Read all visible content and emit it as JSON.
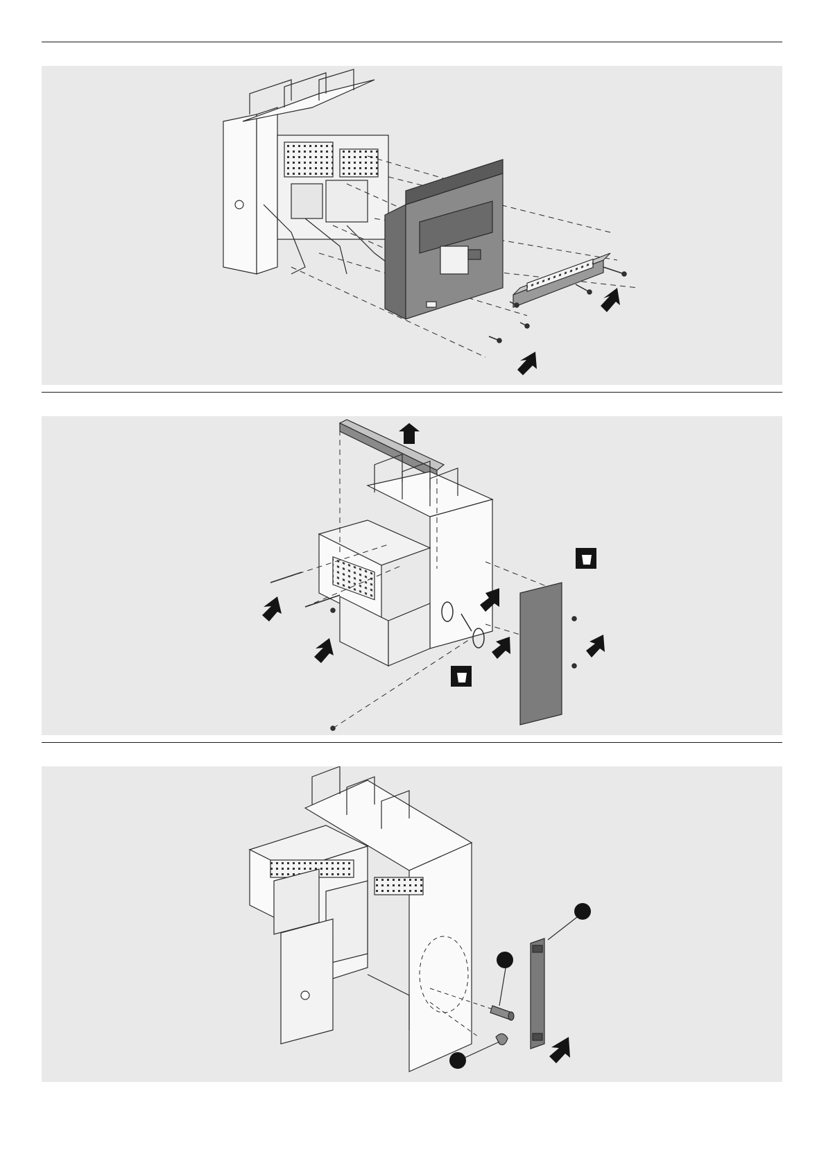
{
  "document": {
    "pages": 1,
    "steps": [
      {
        "id": "step-1",
        "content": "remove-front-cover-and-terminal-strip"
      },
      {
        "id": "step-2",
        "content": "remove-top-strip-side-plate-screws-and-pins"
      },
      {
        "id": "step-3",
        "content": "insert-pin-clip-and-side-plate"
      }
    ],
    "colors": {
      "panel_background": "#e9e9e9",
      "rule": "#1a1a1a",
      "line_art": "#2a2a2a",
      "part_fill": "#7c7c7c",
      "arrow_fill": "#141414"
    },
    "icons": [
      "bin-icon",
      "direction-arrow-icon",
      "callout-dot"
    ]
  }
}
